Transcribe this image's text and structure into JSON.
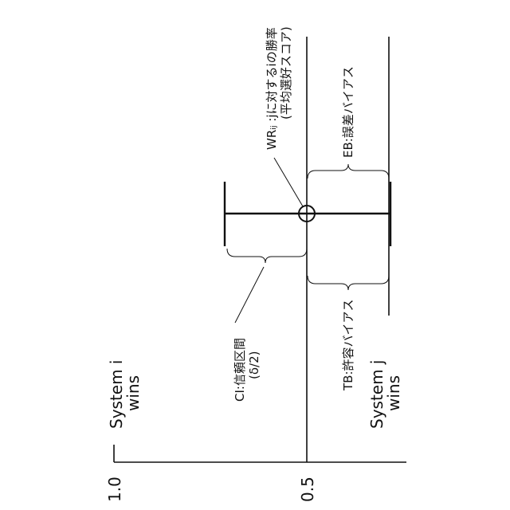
{
  "axis": {
    "tick_high": "1.0",
    "tick_mid": "0.5"
  },
  "regions": {
    "system_i_line1": "System i",
    "system_i_line2": "wins",
    "system_j_line1": "System j",
    "system_j_line2": "wins"
  },
  "annotations": {
    "wr_line1": "WRᵢⱼ :jに対するiの勝率",
    "wr_line2": "(平均選好スコア)",
    "eb": "EB:誤差バイアス",
    "tb": "TB:許容バイアス",
    "ci_line1": "CI:信頼区間",
    "ci_line2": "(δ/2)"
  }
}
